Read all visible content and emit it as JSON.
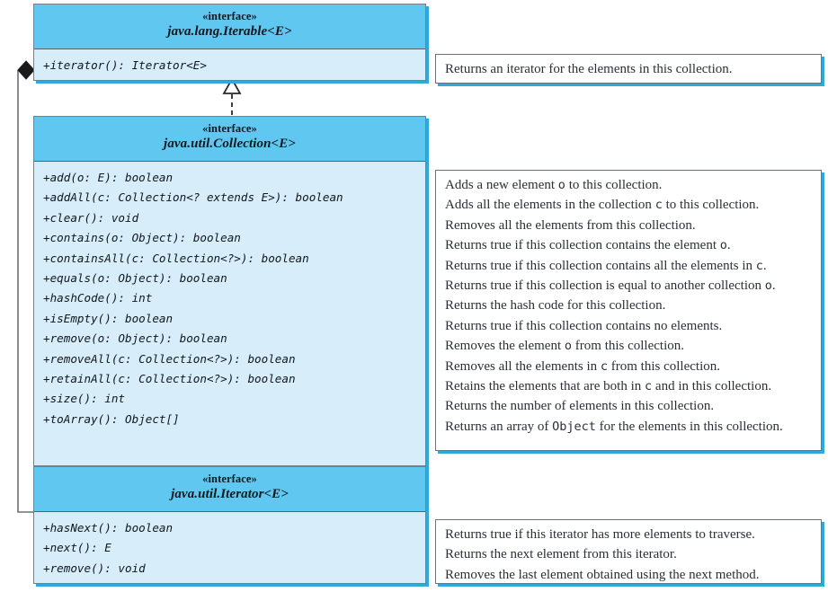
{
  "diagram": {
    "title": "Java Collection Framework UML class diagram",
    "colors": {
      "header_fill": "#5FC7F0",
      "body_fill": "#D7EEFA",
      "shadow": "#2FA8DC",
      "border": "#7a7f85",
      "text": "#10171d"
    }
  },
  "classes": [
    {
      "id": "iterable",
      "stereotype": "«interface»",
      "name": "java.lang.Iterable<E>",
      "members": [
        "+iterator(): Iterator<E>"
      ]
    },
    {
      "id": "collection",
      "stereotype": "«interface»",
      "name": "java.util.Collection<E>",
      "members": [
        "+add(o: E): boolean",
        "+addAll(c: Collection<? extends E>): boolean",
        "+clear(): void",
        "+contains(o: Object): boolean",
        "+containsAll(c: Collection<?>): boolean",
        "+equals(o: Object): boolean",
        "+hashCode(): int",
        "+isEmpty(): boolean",
        "+remove(o: Object): boolean",
        "+removeAll(c: Collection<?>): boolean",
        "+retainAll(c: Collection<?>): boolean",
        "+size(): int",
        "+toArray(): Object[]"
      ]
    },
    {
      "id": "iterator",
      "stereotype": "«interface»",
      "name": "java.util.Iterator<E>",
      "members": [
        "+hasNext(): boolean",
        "+next(): E",
        "+remove(): void"
      ]
    }
  ],
  "descriptions": [
    {
      "id": "iterable-desc",
      "lines": [
        [
          {
            "t": "Returns an iterator for the elements in this collection.",
            "code": false
          }
        ]
      ]
    },
    {
      "id": "collection-desc",
      "lines": [
        [
          {
            "t": "Adds a new element ",
            "code": false
          },
          {
            "t": "o",
            "code": true
          },
          {
            "t": " to this collection.",
            "code": false
          }
        ],
        [
          {
            "t": "Adds all the elements in the collection ",
            "code": false
          },
          {
            "t": "c",
            "code": true
          },
          {
            "t": " to this collection.",
            "code": false
          }
        ],
        [
          {
            "t": "Removes all the elements from this collection.",
            "code": false
          }
        ],
        [
          {
            "t": "Returns true if this collection contains the element ",
            "code": false
          },
          {
            "t": "o",
            "code": true
          },
          {
            "t": ".",
            "code": false
          }
        ],
        [
          {
            "t": "Returns true if this collection contains all the elements in ",
            "code": false
          },
          {
            "t": "c",
            "code": true
          },
          {
            "t": ".",
            "code": false
          }
        ],
        [
          {
            "t": "Returns true if this collection is equal to another collection ",
            "code": false
          },
          {
            "t": "o",
            "code": true
          },
          {
            "t": ".",
            "code": false
          }
        ],
        [
          {
            "t": "Returns the hash code for this collection.",
            "code": false
          }
        ],
        [
          {
            "t": "Returns true if this collection contains no elements.",
            "code": false
          }
        ],
        [
          {
            "t": "Removes the element ",
            "code": false
          },
          {
            "t": "o",
            "code": true
          },
          {
            "t": " from this collection.",
            "code": false
          }
        ],
        [
          {
            "t": "Removes all the elements in ",
            "code": false
          },
          {
            "t": "c",
            "code": true
          },
          {
            "t": " from this collection.",
            "code": false
          }
        ],
        [
          {
            "t": "Retains the elements that are both in ",
            "code": false
          },
          {
            "t": "c",
            "code": true
          },
          {
            "t": " and in this collection.",
            "code": false
          }
        ],
        [
          {
            "t": "Returns the number of elements in this collection.",
            "code": false
          }
        ],
        [
          {
            "t": "Returns an array of ",
            "code": false
          },
          {
            "t": "Object",
            "code": true
          },
          {
            "t": " for the elements in this collection.",
            "code": false
          }
        ]
      ]
    },
    {
      "id": "iterator-desc",
      "lines": [
        [
          {
            "t": "Returns true if this iterator has more elements to traverse.",
            "code": false
          }
        ],
        [
          {
            "t": "Returns the next element from this iterator.",
            "code": false
          }
        ],
        [
          {
            "t": "Removes the last element obtained using the next method.",
            "code": false
          }
        ]
      ]
    }
  ],
  "connectors": [
    {
      "id": "realization",
      "kind": "realization-dashed-hollow-triangle",
      "from": "collection",
      "to": "iterable"
    },
    {
      "id": "composition",
      "kind": "composition-filled-diamond",
      "from": "iterable",
      "to": "iterator"
    }
  ]
}
